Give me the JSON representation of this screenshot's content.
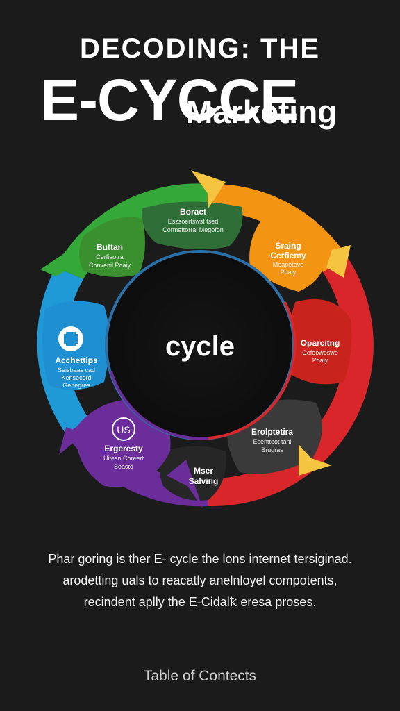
{
  "title": {
    "line1": "DECODING: THE",
    "line2": "E-CYCCE",
    "line3": "Marketing"
  },
  "diagram": {
    "center_label": "cycle",
    "segments": [
      {
        "id": "top",
        "title": "Boraet",
        "sub1": "Eszsoertswst tsed",
        "sub2": "Cormeftorral Megofon",
        "color": "#2f7d3a"
      },
      {
        "id": "top-right",
        "title": "Sraing",
        "sub1": "Cerfiemy",
        "sub2": "Meapeteve",
        "sub3": "Poaiy",
        "color": "#f39412"
      },
      {
        "id": "right",
        "title": "Oparcitng",
        "sub1": "Cefeoweswe",
        "sub2": "Poaiy",
        "color": "#c8231c"
      },
      {
        "id": "bottom-right",
        "title": "Erolptetira",
        "sub1": "Esentteot tani",
        "sub2": "Srugras",
        "color": "#3a3a3a"
      },
      {
        "id": "bottom",
        "title": "Mser",
        "sub1": "Salving",
        "color": "#2a2a2a"
      },
      {
        "id": "bottom-left",
        "title": "Ergeresty",
        "sub1": "Uitesn Coreert",
        "sub2": "Seastd",
        "badge": "US",
        "color": "#6b2d9a"
      },
      {
        "id": "left",
        "title": "Acchettips",
        "sub1": "Seisbaas cad",
        "sub2": "Kensecord",
        "sub3": "Genegres",
        "color": "#1e8fd0"
      },
      {
        "id": "top-left",
        "title": "Buttan",
        "sub1": "Cerfiaotra",
        "sub2": "Convenil Poaiy",
        "color": "#3a8f2f"
      }
    ]
  },
  "paragraph": {
    "line1": "Phar goring is ther E- cycle the lons internet tersiginad.",
    "line2": "arodetting uals to reacatly anelnloyel compotents,",
    "line3": "recindent aplly the E-Cidalꝁ eresa proses."
  },
  "footer": {
    "label": "Table of Contects"
  },
  "colors": {
    "background": "#1b1b1b",
    "green": "#35a83a",
    "orange": "#f39412",
    "red": "#d8262a",
    "blue": "#1f9ad6",
    "purple": "#6b2d9a",
    "gold": "#f5c542"
  },
  "icons": [
    "plus-icon",
    "arrow-icon"
  ]
}
